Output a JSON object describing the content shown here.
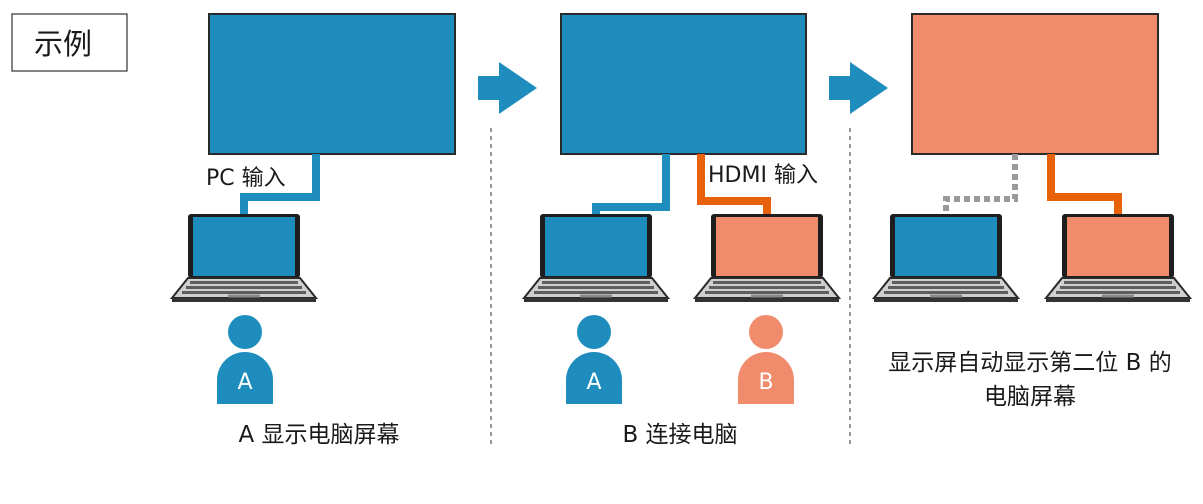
{
  "example_label": "示例",
  "colors": {
    "blue": "#1e8dbe",
    "salmon": "#f08b6c",
    "orange": "#e8620c",
    "gray": "#9a9a9a",
    "text": "#1a1a1a"
  },
  "icons": [
    "arrow-right-icon",
    "display-icon",
    "laptop-icon",
    "person-icon"
  ],
  "panels": [
    {
      "display_input_label": "PC 输入",
      "users": [
        "A"
      ],
      "caption": "A 显示电脑屏幕"
    },
    {
      "display_input_label": "HDMI 输入",
      "users": [
        "A",
        "B"
      ],
      "caption": "B 连接电脑"
    },
    {
      "caption_line1": "显示屏自动显示第二位 B 的",
      "caption_line2": "电脑屏幕"
    }
  ]
}
